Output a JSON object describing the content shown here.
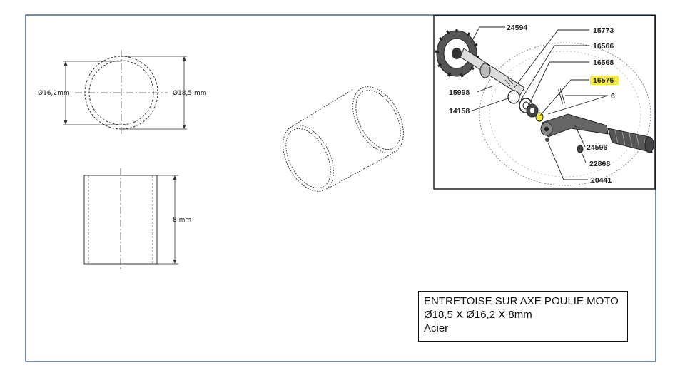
{
  "drawing": {
    "dimensions": {
      "inner_diameter": "Ø16,2mm",
      "outer_diameter": "Ø18,5 mm",
      "length": "8 mm"
    },
    "title_block": {
      "line1": "ENTRETOISE SUR AXE POULIE MOTO",
      "line2": "Ø18,5 X Ø16,2 X 8mm",
      "line3": "Acier"
    },
    "exploded_view": {
      "part_numbers": [
        "24594",
        "15773",
        "16566",
        "16568",
        "16576",
        "15998",
        "14158",
        "6",
        "24596",
        "22868",
        "20441"
      ],
      "highlighted_part": "16576",
      "highlight_color": "#f5e94a"
    },
    "colors": {
      "frame": "#1f3a5f",
      "line": "#222222"
    }
  }
}
